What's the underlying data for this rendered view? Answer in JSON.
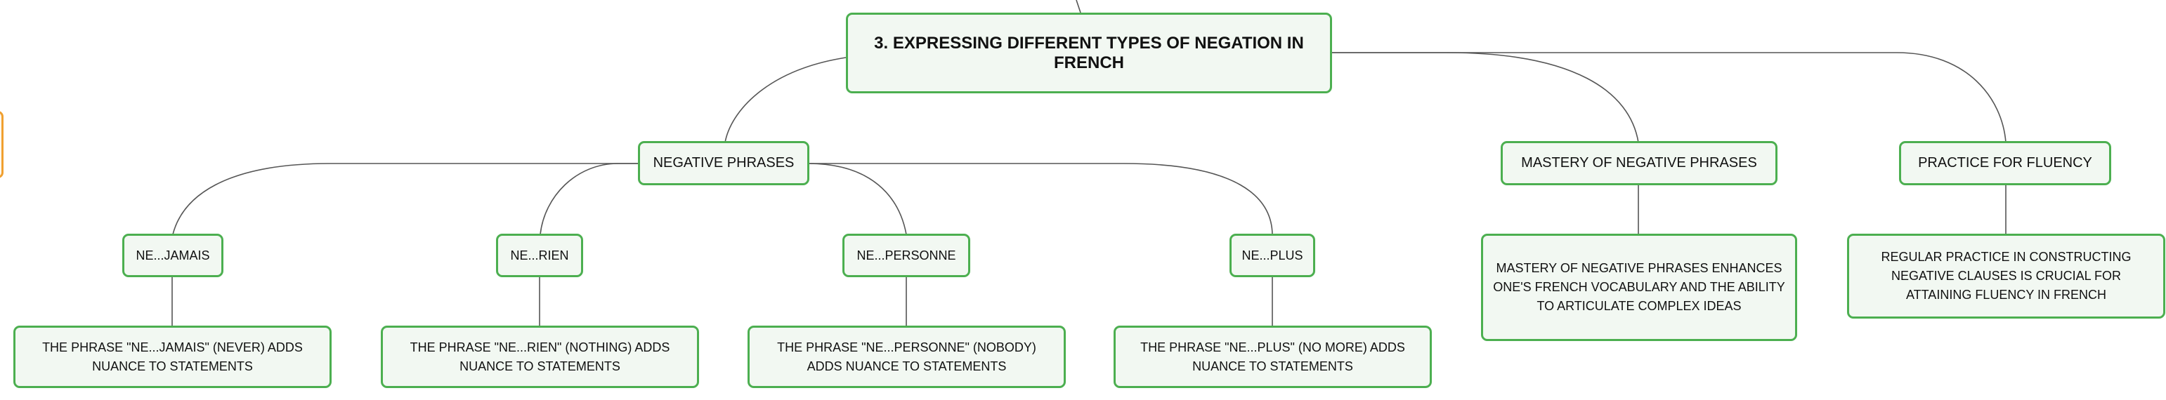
{
  "mindmap": {
    "root": "3. EXPRESSING DIFFERENT TYPES OF NEGATION IN FRENCH",
    "branches": [
      {
        "label": "NEGATIVE PHRASES",
        "children": [
          {
            "label": "NE...JAMAIS",
            "description": "THE PHRASE \"NE...JAMAIS\" (NEVER) ADDS NUANCE TO STATEMENTS"
          },
          {
            "label": "NE...RIEN",
            "description": "THE PHRASE \"NE...RIEN\" (NOTHING) ADDS NUANCE TO STATEMENTS"
          },
          {
            "label": "NE...PERSONNE",
            "description": "THE PHRASE \"NE...PERSONNE\" (NOBODY) ADDS NUANCE TO STATEMENTS"
          },
          {
            "label": "NE...PLUS",
            "description": "THE PHRASE \"NE...PLUS\" (NO MORE) ADDS NUANCE TO STATEMENTS"
          }
        ]
      },
      {
        "label": "MASTERY OF NEGATIVE PHRASES",
        "description": "MASTERY OF NEGATIVE PHRASES ENHANCES ONE'S FRENCH VOCABULARY AND THE ABILITY TO ARTICULATE COMPLEX IDEAS"
      },
      {
        "label": "PRACTICE FOR FLUENCY",
        "description": "REGULAR PRACTICE IN CONSTRUCTING NEGATIVE CLAUSES IS CRUCIAL FOR ATTAINING FLUENCY IN FRENCH"
      }
    ],
    "colors": {
      "node_border": "#4caf50",
      "node_fill": "#f2f8f2",
      "link": "#555555",
      "edge_marker": "#f0a030"
    }
  }
}
